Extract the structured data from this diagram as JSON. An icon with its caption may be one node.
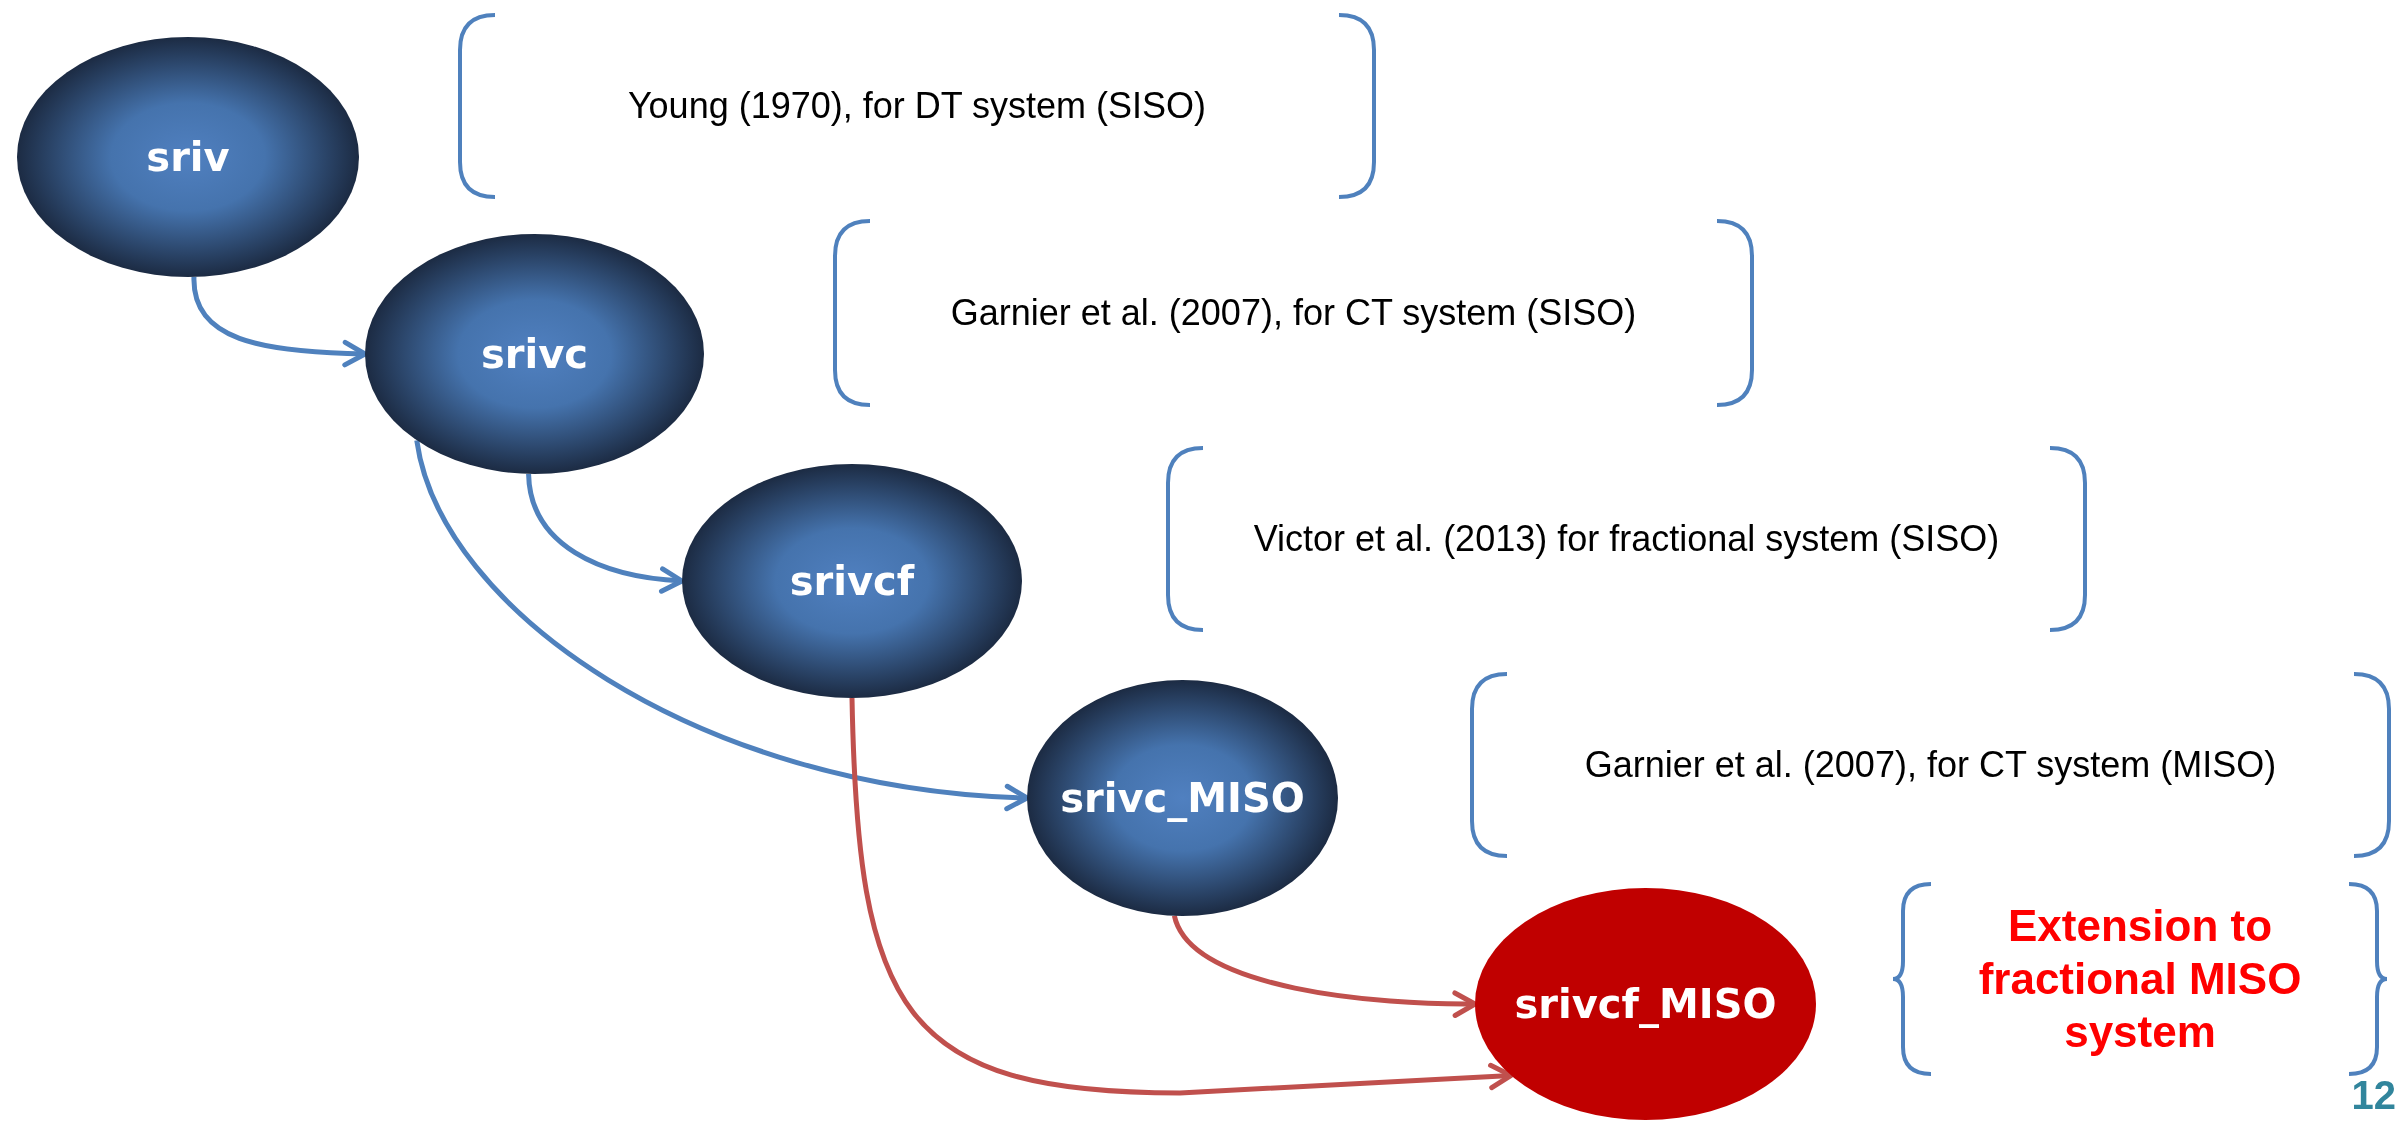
{
  "diagram": {
    "nodes": [
      {
        "text": [
          "sriv"
        ]
      },
      {
        "text": [
          "Young (1970), for DT system (SISO)"
        ]
      },
      {
        "text": [
          "srivc"
        ]
      },
      {
        "text": [
          "Garnier et al. (2007), for CT system (SISO)"
        ]
      },
      {
        "text": [
          "srivcf"
        ]
      },
      {
        "text": [
          "Victor et al. (2013) for fractional system (SISO)"
        ]
      },
      {
        "text": [
          "srivc_MISO"
        ]
      },
      {
        "text": [
          "Garnier et al. (2007), for CT system (MISO)"
        ]
      },
      {
        "text": [
          "srivcf_MISO"
        ]
      },
      {
        "text": [
          "Extension to fractional MISO system"
        ]
      }
    ],
    "edges": [
      {
        "from": 0,
        "to": 2,
        "arrow": "to"
      },
      {
        "from": 2,
        "to": 4,
        "arrow": "to"
      },
      {
        "from": 2,
        "to": 6,
        "arrow": "to"
      },
      {
        "from": 4,
        "to": 8,
        "arrow": "to",
        "color": "#c0504d"
      },
      {
        "from": 6,
        "to": 8,
        "arrow": "to",
        "color": "#c0504d"
      }
    ],
    "labels": [
      "12"
    ]
  }
}
